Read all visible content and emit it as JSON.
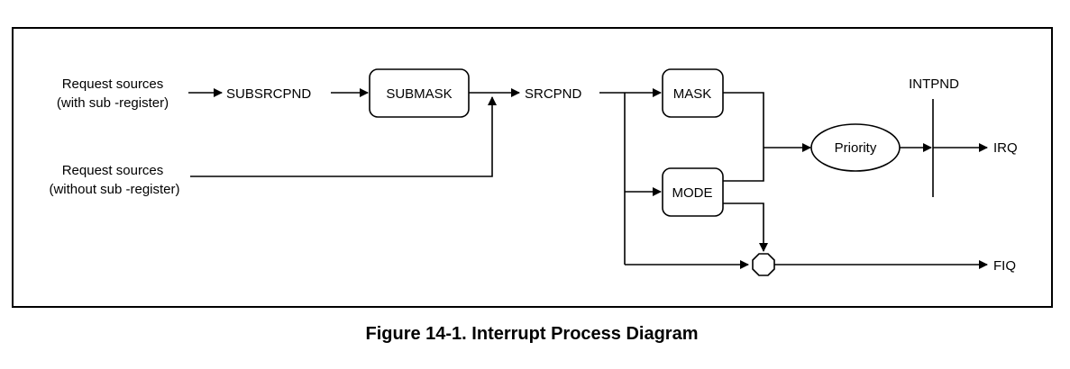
{
  "diagram": {
    "sources": {
      "with_sub_line1": "Request sources",
      "with_sub_line2": "(with sub -register)",
      "without_sub_line1": "Request sources",
      "without_sub_line2": "(without sub -register)"
    },
    "nodes": {
      "subsrcpnd": "SUBSRCPND",
      "submask": "SUBMASK",
      "srcpnd": "SRCPND",
      "mask": "MASK",
      "mode": "MODE",
      "priority": "Priority",
      "intpnd": "INTPND"
    },
    "outputs": {
      "irq": "IRQ",
      "fiq": "FIQ"
    }
  },
  "caption": "Figure 14-1. Interrupt Process Diagram"
}
